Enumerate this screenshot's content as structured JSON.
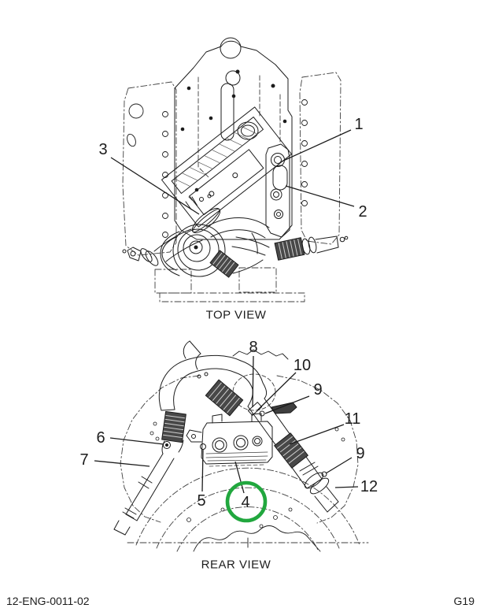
{
  "document": {
    "drawing_number": "12-ENG-0011-02",
    "page_code": "G19"
  },
  "top_view": {
    "caption": "TOP VIEW",
    "callouts": [
      {
        "label": "1"
      },
      {
        "label": "2"
      },
      {
        "label": "3"
      }
    ]
  },
  "rear_view": {
    "caption": "REAR VIEW",
    "callouts": [
      {
        "label": "4"
      },
      {
        "label": "5"
      },
      {
        "label": "6"
      },
      {
        "label": "7"
      },
      {
        "label": "8"
      },
      {
        "label": "9"
      },
      {
        "label": "9"
      },
      {
        "label": "10"
      },
      {
        "label": "11"
      },
      {
        "label": "12"
      }
    ],
    "highlight": {
      "callout": "4",
      "color": "#21a73e"
    }
  },
  "colors": {
    "line": "#1c1c1c",
    "background": "#ffffff"
  }
}
